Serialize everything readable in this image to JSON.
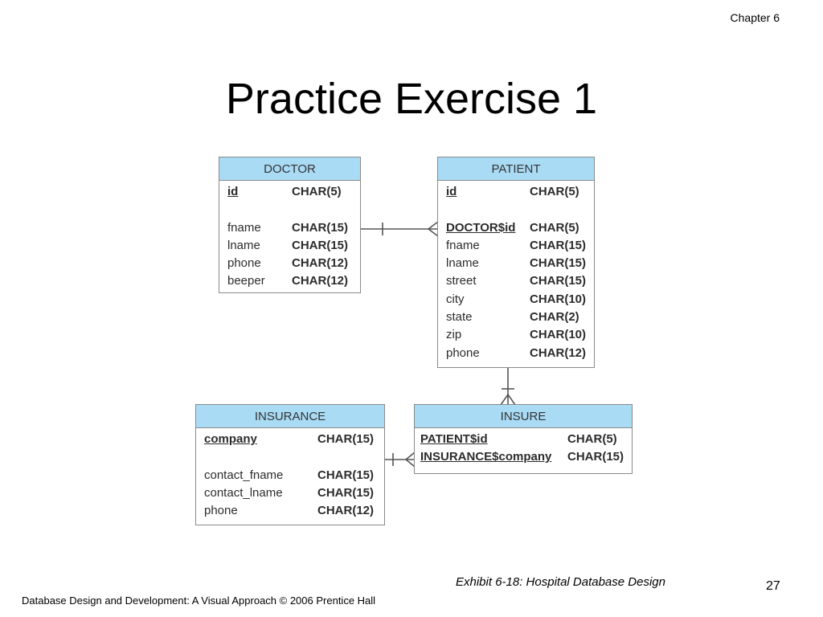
{
  "header": {
    "chapter": "Chapter 6"
  },
  "title": "Practice Exercise 1",
  "entities": {
    "doctor": {
      "name": "DOCTOR",
      "fields": [
        {
          "name": "id",
          "type": "CHAR(5)",
          "key": "pk"
        },
        {
          "name": "fname",
          "type": "CHAR(15)",
          "key": ""
        },
        {
          "name": "lname",
          "type": "CHAR(15)",
          "key": ""
        },
        {
          "name": "phone",
          "type": "CHAR(12)",
          "key": ""
        },
        {
          "name": "beeper",
          "type": "CHAR(12)",
          "key": ""
        }
      ]
    },
    "patient": {
      "name": "PATIENT",
      "fields": [
        {
          "name": "id",
          "type": "CHAR(5)",
          "key": "pk"
        },
        {
          "name": "DOCTOR$id",
          "type": "CHAR(5)",
          "key": "fk"
        },
        {
          "name": "fname",
          "type": "CHAR(15)",
          "key": ""
        },
        {
          "name": "lname",
          "type": "CHAR(15)",
          "key": ""
        },
        {
          "name": "street",
          "type": "CHAR(15)",
          "key": ""
        },
        {
          "name": "city",
          "type": "CHAR(10)",
          "key": ""
        },
        {
          "name": "state",
          "type": "CHAR(2)",
          "key": ""
        },
        {
          "name": "zip",
          "type": "CHAR(10)",
          "key": ""
        },
        {
          "name": "phone",
          "type": "CHAR(12)",
          "key": ""
        }
      ]
    },
    "insurance": {
      "name": "INSURANCE",
      "fields": [
        {
          "name": "company",
          "type": "CHAR(15)",
          "key": "pk"
        },
        {
          "name": "contact_fname",
          "type": "CHAR(15)",
          "key": ""
        },
        {
          "name": "contact_lname",
          "type": "CHAR(15)",
          "key": ""
        },
        {
          "name": "phone",
          "type": "CHAR(12)",
          "key": ""
        }
      ]
    },
    "insure": {
      "name": "INSURE",
      "fields": [
        {
          "name": "PATIENT$id",
          "type": "CHAR(5)",
          "key": "pk"
        },
        {
          "name": "INSURANCE$company",
          "type": "CHAR(15)",
          "key": "pk"
        }
      ]
    }
  },
  "caption": "Exhibit 6-18: Hospital Database Design",
  "page_number": "27",
  "footer": {
    "text": "Database Design and Development: A Visual Approach   © 2006 Prentice Hall"
  },
  "colors": {
    "entity_header": "#a9dbf5",
    "border": "#8a8a8a",
    "line": "#555555"
  }
}
